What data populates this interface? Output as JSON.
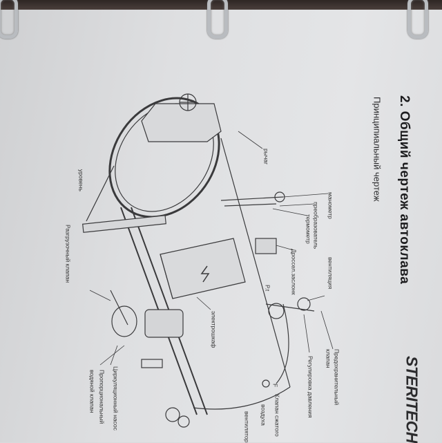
{
  "document": {
    "section_title": "2. Общий чертеж автоклава",
    "subtitle": "Принципиальный чертеж",
    "brand_logo": "STERITECH"
  },
  "diagram_labels": {
    "manometer": "манометр",
    "transducer": "преобразователь",
    "thermometer": "термометр",
    "throttle": "Дроссел.заслонк",
    "ventilation": "вентиляция",
    "safety_valve_1": "Предохранительный",
    "safety_valve_2": "клапан",
    "pressure_regulation": "Регулировка давления",
    "air_valve_1": "Клапан сжатого",
    "air_valve_2": "воздуха",
    "fan": "вентилятор",
    "pt_marker": "P.t",
    "f_marker": "F",
    "electrical_cabinet": "электрошкаф",
    "circulation_pump": "Циркуляционный насос",
    "proportional_valve_1": "Пропорциональный",
    "proportional_valve_2": "водяной клапан",
    "relief_valve": "Разгрузочный клапан",
    "level": "уровень",
    "lever": "рычаг"
  }
}
